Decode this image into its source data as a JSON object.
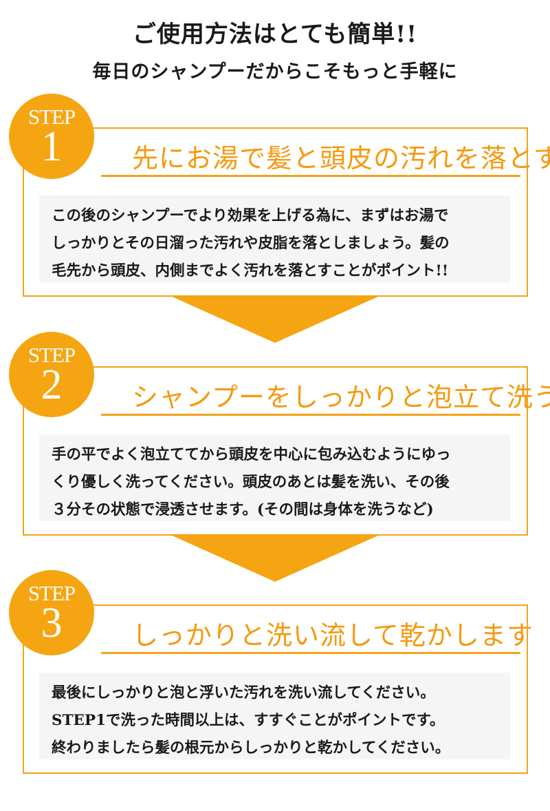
{
  "header": {
    "title": "ご使用方法はとても簡単!!",
    "subtitle": "毎日のシャンプーだからこそもっと手軽に"
  },
  "steps": [
    {
      "label": "STEP",
      "number": "1",
      "heading": "先にお湯で髪と頭皮の汚れを落とす",
      "description": "この後のシャンプーでより効果を上げる為に、まずはお湯で\nしっかりとその日溜った汚れや皮脂を落としましょう。髪の\n毛先から頭皮、内側までよく汚れを落とすことがポイント!!"
    },
    {
      "label": "STEP",
      "number": "2",
      "heading": "シャンプーをしっかりと泡立て洗う",
      "description": "手の平でよく泡立ててから頭皮を中心に包み込むようにゆっ\nくり優しく洗ってください。頭皮のあとは髪を洗い、その後\n３分その状態で浸透させます。(その間は身体を洗うなど)"
    },
    {
      "label": "STEP",
      "number": "3",
      "heading": "しっかりと洗い流して乾かします",
      "description": "最後にしっかりと泡と浮いた汚れを洗い流してください。\nSTEP1で洗った時間以上は、すすぐことがポイントです。\n終わりましたら髪の根元からしっかりと乾かしてください。"
    }
  ],
  "colors": {
    "accent": "#f5a511",
    "heading": "#f4990e",
    "border": "#f4a21a",
    "description_bg": "#f5f5f5"
  }
}
